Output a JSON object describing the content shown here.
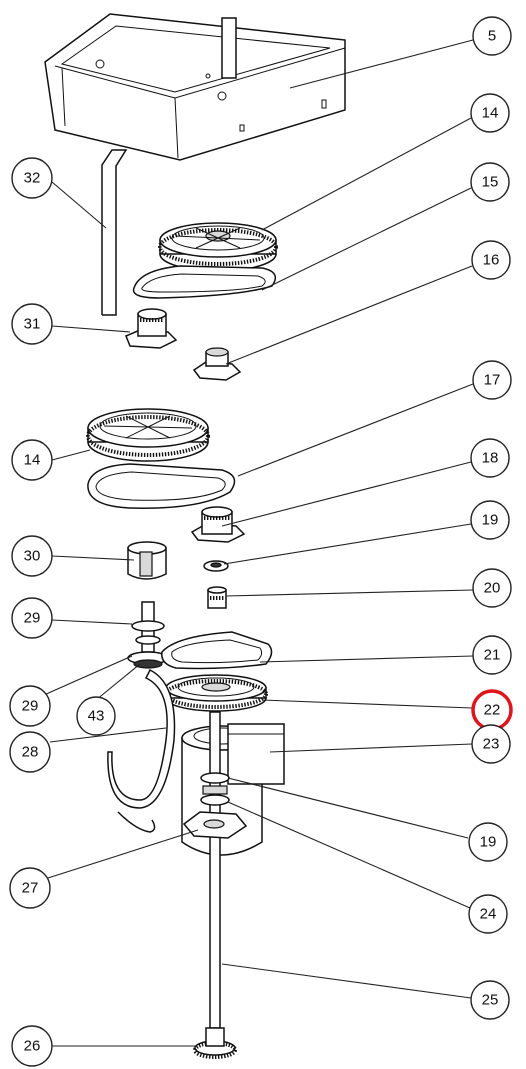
{
  "accent": "#e1141b",
  "callouts": [
    {
      "id": "c5",
      "label": "5"
    },
    {
      "id": "c14a",
      "label": "14"
    },
    {
      "id": "c15",
      "label": "15"
    },
    {
      "id": "c32",
      "label": "32"
    },
    {
      "id": "c16",
      "label": "16"
    },
    {
      "id": "c31",
      "label": "31"
    },
    {
      "id": "c17",
      "label": "17"
    },
    {
      "id": "c14b",
      "label": "14"
    },
    {
      "id": "c18",
      "label": "18"
    },
    {
      "id": "c30",
      "label": "30"
    },
    {
      "id": "c19a",
      "label": "19"
    },
    {
      "id": "c20",
      "label": "20"
    },
    {
      "id": "c29a",
      "label": "29"
    },
    {
      "id": "c21",
      "label": "21"
    },
    {
      "id": "c29b",
      "label": "29"
    },
    {
      "id": "c43",
      "label": "43"
    },
    {
      "id": "c22",
      "label": "22",
      "highlighted": true
    },
    {
      "id": "c28",
      "label": "28"
    },
    {
      "id": "c23",
      "label": "23"
    },
    {
      "id": "c19b",
      "label": "19"
    },
    {
      "id": "c27",
      "label": "27"
    },
    {
      "id": "c24",
      "label": "24"
    },
    {
      "id": "c25",
      "label": "25"
    },
    {
      "id": "c26",
      "label": "26"
    }
  ]
}
